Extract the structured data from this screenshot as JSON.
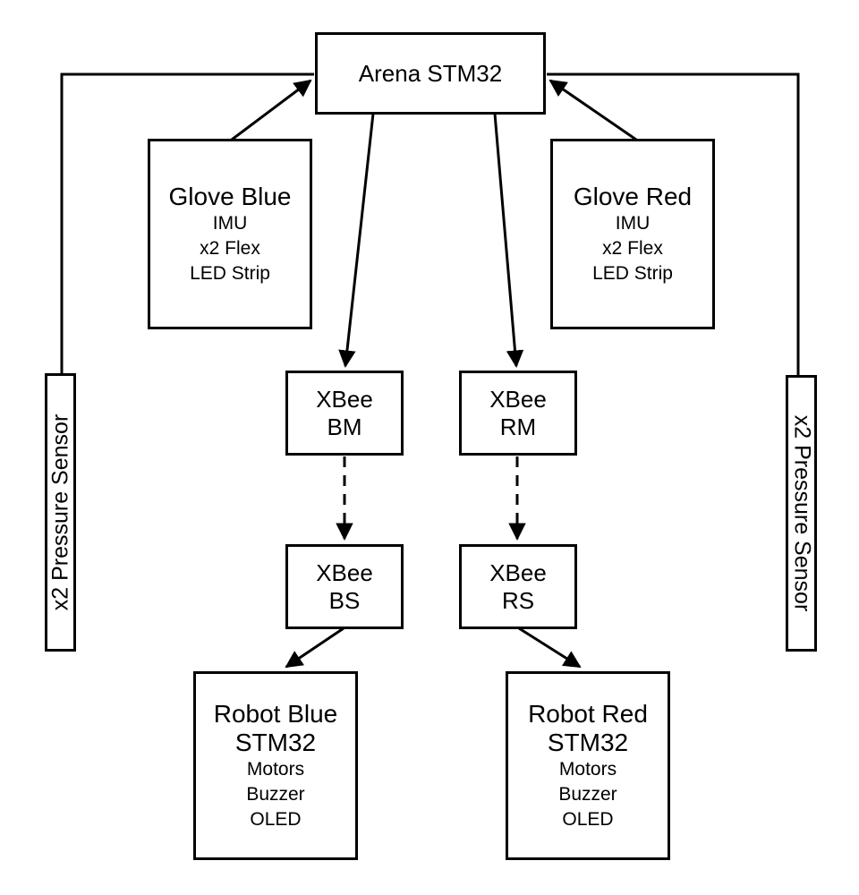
{
  "diagram": {
    "colors": {
      "background": "#ffffff",
      "line": "#000000",
      "text": "#000000"
    },
    "nodes": {
      "arena": {
        "title": "Arena STM32"
      },
      "glove_blue": {
        "title": "Glove Blue",
        "details": [
          "IMU",
          "x2 Flex",
          "LED Strip"
        ]
      },
      "glove_red": {
        "title": "Glove Red",
        "details": [
          "IMU",
          "x2 Flex",
          "LED Strip"
        ]
      },
      "xbee_bm": {
        "title": "XBee",
        "subtitle": "BM"
      },
      "xbee_rm": {
        "title": "XBee",
        "subtitle": "RM"
      },
      "xbee_bs": {
        "title": "XBee",
        "subtitle": "BS"
      },
      "xbee_rs": {
        "title": "XBee",
        "subtitle": "RS"
      },
      "robot_blue": {
        "title": "Robot Blue",
        "subtitle": "STM32",
        "details": [
          "Motors",
          "Buzzer",
          "OLED"
        ]
      },
      "robot_red": {
        "title": "Robot Red",
        "subtitle": "STM32",
        "details": [
          "Motors",
          "Buzzer",
          "OLED"
        ]
      },
      "pressure_left": {
        "label": "x2 Pressure Sensor"
      },
      "pressure_right": {
        "label": "x2 Pressure Sensor"
      }
    },
    "edges": [
      {
        "from": "pressure_left",
        "to": "arena",
        "style": "solid-elbow",
        "arrow": false
      },
      {
        "from": "pressure_right",
        "to": "arena",
        "style": "solid-elbow",
        "arrow": false
      },
      {
        "from": "glove_blue",
        "to": "arena",
        "style": "solid",
        "arrow": true
      },
      {
        "from": "glove_red",
        "to": "arena",
        "style": "solid",
        "arrow": true
      },
      {
        "from": "arena",
        "to": "xbee_bm",
        "style": "solid",
        "arrow": true
      },
      {
        "from": "arena",
        "to": "xbee_rm",
        "style": "solid",
        "arrow": true
      },
      {
        "from": "xbee_bm",
        "to": "xbee_bs",
        "style": "dashed",
        "arrow": true
      },
      {
        "from": "xbee_rm",
        "to": "xbee_rs",
        "style": "dashed",
        "arrow": true
      },
      {
        "from": "xbee_bs",
        "to": "robot_blue",
        "style": "solid",
        "arrow": true
      },
      {
        "from": "xbee_rs",
        "to": "robot_red",
        "style": "solid",
        "arrow": true
      }
    ]
  }
}
